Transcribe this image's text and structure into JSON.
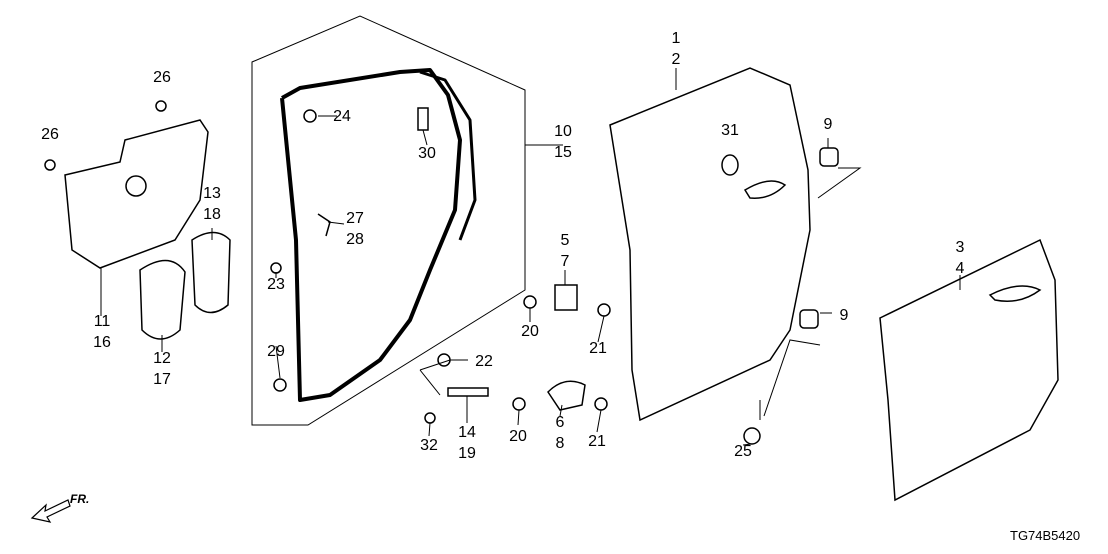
{
  "diagram": {
    "labels": [
      "1",
      "2",
      "26",
      "26",
      "24",
      "30",
      "10",
      "15",
      "31",
      "9",
      "13",
      "18",
      "27",
      "28",
      "5",
      "7",
      "3",
      "4",
      "23",
      "11",
      "16",
      "9",
      "20",
      "21",
      "29",
      "22",
      "12",
      "17",
      "20",
      "21",
      "6",
      "8",
      "14",
      "19",
      "32",
      "25"
    ],
    "front_indicator": "FR.",
    "diagram_code": "TG74B5420"
  }
}
